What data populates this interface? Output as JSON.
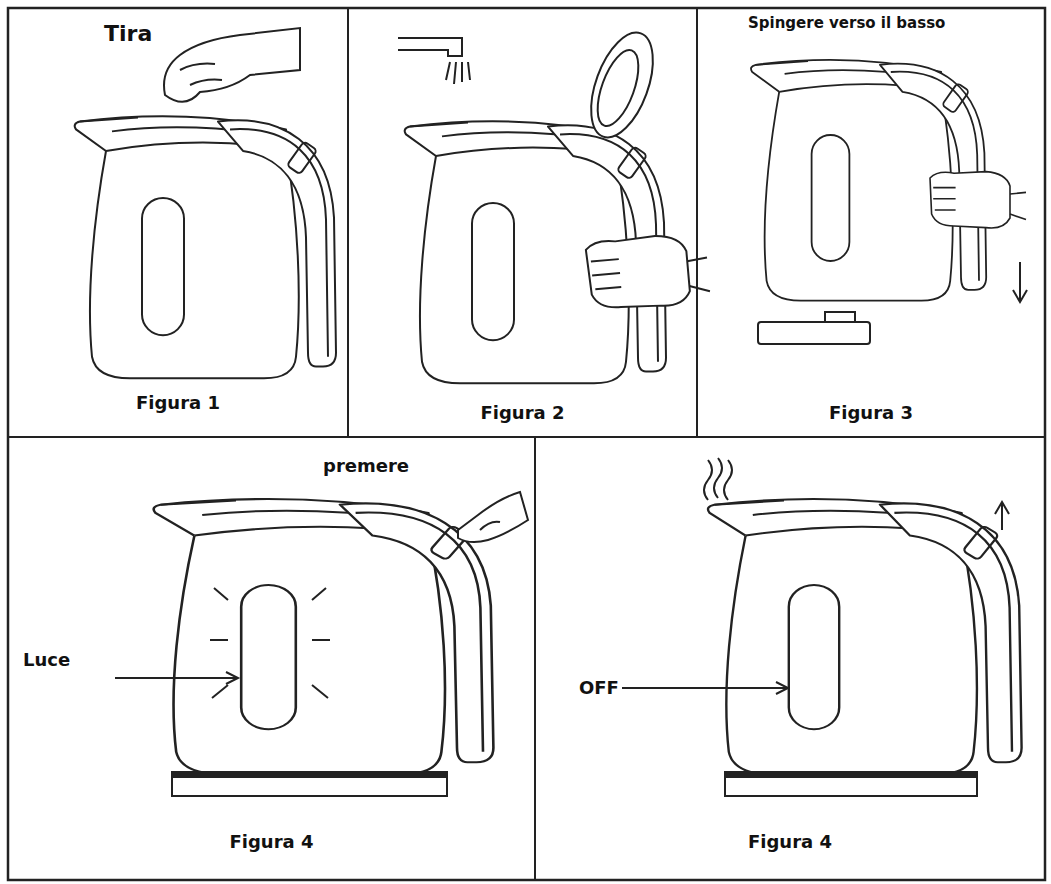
{
  "diagram": {
    "nodes": [
      {
        "text": [
          "Tira",
          "Figura 1"
        ]
      },
      {
        "text": [
          "Figura 2"
        ]
      },
      {
        "text": [
          "Spingere verso il basso",
          "Figura 3"
        ]
      },
      {
        "text": [
          "premere",
          "Luce",
          "Figura 4"
        ]
      },
      {
        "text": [
          "OFF",
          "Figura 4"
        ]
      }
    ]
  }
}
